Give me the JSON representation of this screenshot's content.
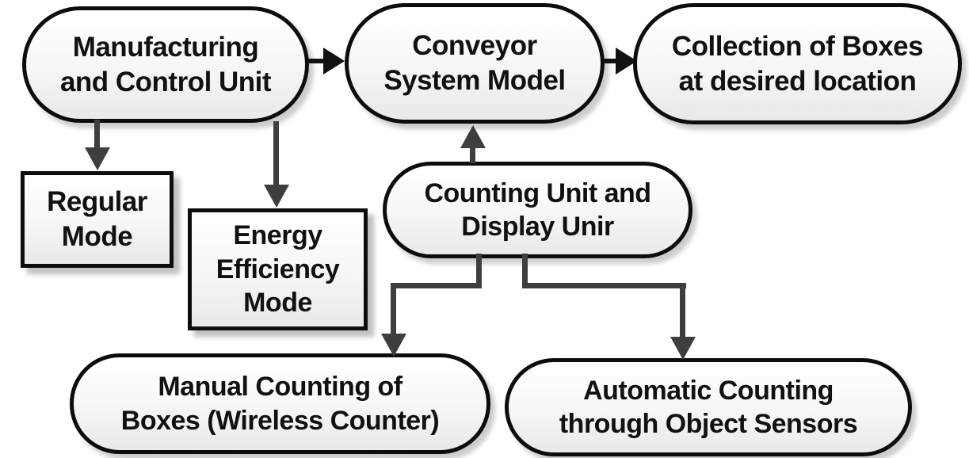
{
  "diagram": {
    "background_color": "#ffffff",
    "colors": {
      "node_border": "#0d0d0d",
      "node_fill_top": "#ffffff",
      "node_fill_bottom": "#e9e9e9",
      "node_text": "#111111",
      "arrow_horizontal": "#111111",
      "arrow_vertical": "#3e3e3e"
    },
    "nodes": {
      "manufacturing": {
        "shape": "stadium",
        "lines": [
          "Manufacturing",
          "and Control Unit"
        ]
      },
      "conveyor": {
        "shape": "stadium",
        "lines": [
          "Conveyor",
          "System Model"
        ]
      },
      "collection": {
        "shape": "stadium",
        "lines": [
          "Collection of Boxes",
          "at desired location"
        ]
      },
      "regular": {
        "shape": "rect",
        "lines": [
          "Regular",
          "Mode"
        ]
      },
      "energy": {
        "shape": "rect",
        "lines": [
          "Energy",
          "Efficiency",
          "Mode"
        ]
      },
      "counting": {
        "shape": "stadium",
        "lines": [
          "Counting Unit and",
          "Display Unir"
        ]
      },
      "manual": {
        "shape": "stadium",
        "lines": [
          "Manual Counting of",
          "Boxes (Wireless Counter)"
        ]
      },
      "automatic": {
        "shape": "stadium",
        "lines": [
          "Automatic Counting",
          "through Object Sensors"
        ]
      }
    },
    "edges": [
      {
        "from": "manufacturing",
        "to": "conveyor",
        "direction": "right",
        "color": "#111111"
      },
      {
        "from": "conveyor",
        "to": "collection",
        "direction": "right",
        "color": "#111111"
      },
      {
        "from": "manufacturing",
        "to": "regular",
        "direction": "down",
        "color": "#3e3e3e"
      },
      {
        "from": "manufacturing",
        "to": "energy",
        "direction": "down",
        "color": "#3e3e3e"
      },
      {
        "from": "counting",
        "to": "conveyor",
        "direction": "up",
        "color": "#3e3e3e"
      },
      {
        "from": "counting",
        "to": "manual",
        "direction": "down-left-elbow",
        "color": "#3e3e3e"
      },
      {
        "from": "counting",
        "to": "automatic",
        "direction": "down-right-elbow",
        "color": "#3e3e3e"
      }
    ]
  }
}
